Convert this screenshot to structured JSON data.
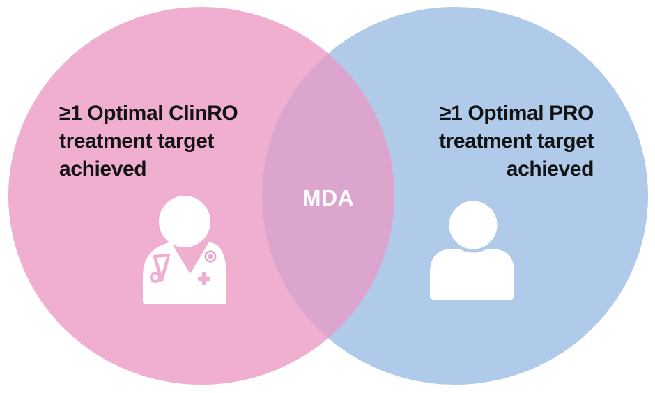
{
  "colors": {
    "background": "#FFFFFF",
    "left_circle": "#F0AFD0",
    "right_circle": "#AFCBE9",
    "overlap": "#DBA5CE",
    "text": "#131313",
    "overlap_text": "#FFFFFF",
    "icon": "#FFFFFF"
  },
  "left_circle": {
    "label_lines": [
      "≥1 Optimal ClinRO",
      "treatment target",
      "achieved"
    ],
    "icon": "doctor-icon"
  },
  "right_circle": {
    "label_lines": [
      "≥1 Optimal PRO",
      "treatment target",
      "achieved"
    ],
    "icon": "person-icon"
  },
  "overlap": {
    "label": "MDA"
  }
}
